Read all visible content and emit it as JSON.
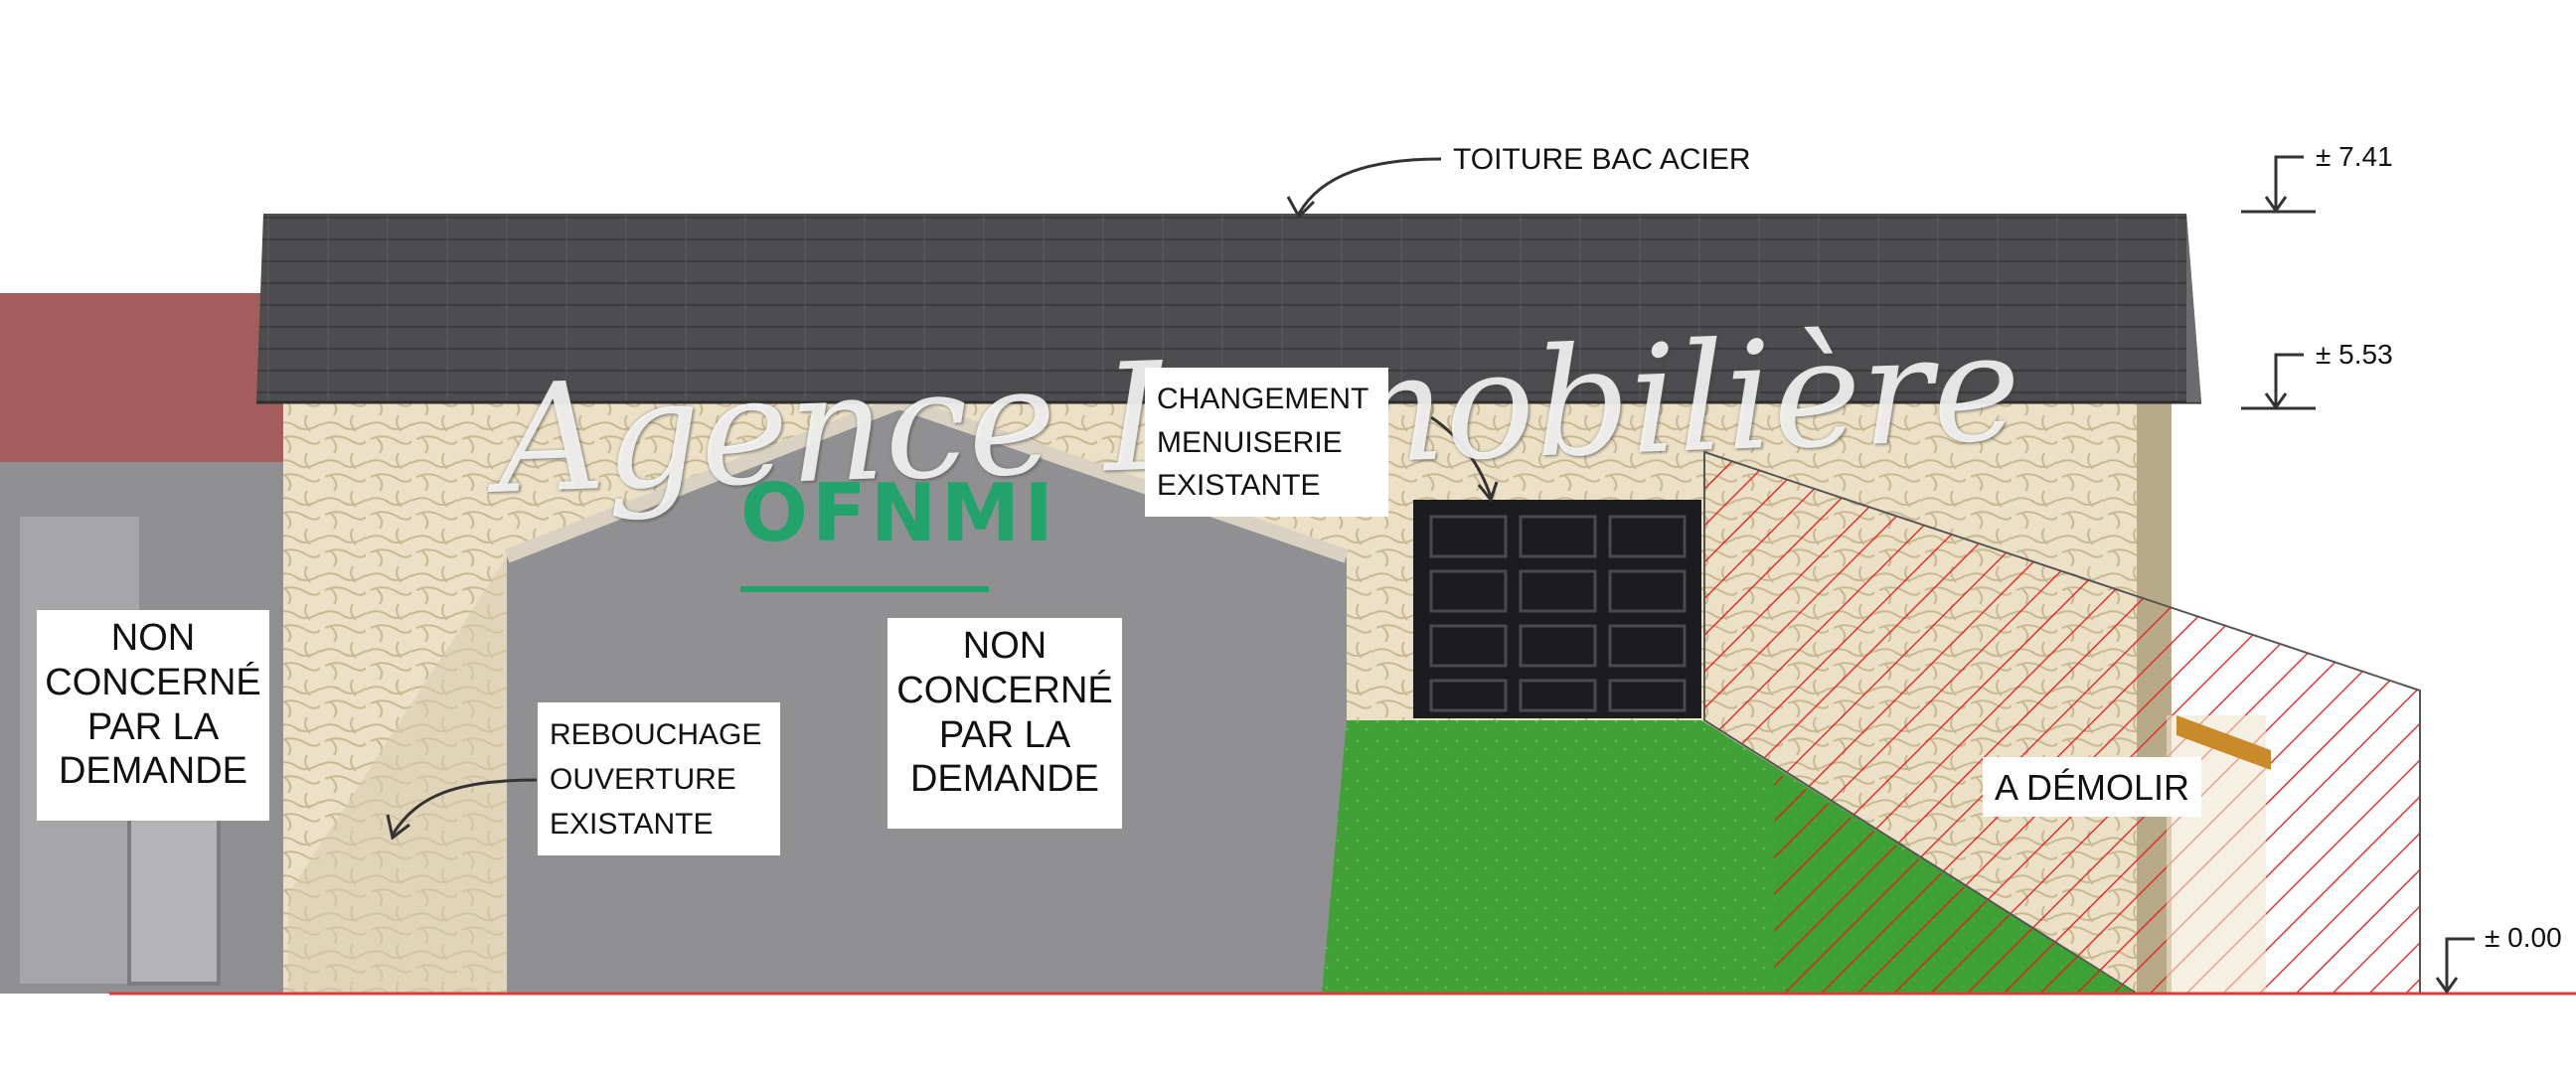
{
  "annotations": {
    "roof": "TOITURE BAC ACIER",
    "not_concerned_left": [
      "NON",
      "CONCERNÉ",
      "PAR LA",
      "DEMANDE"
    ],
    "not_concerned_center": [
      "NON",
      "CONCERNÉ",
      "PAR LA",
      "DEMANDE"
    ],
    "rebouchage": [
      "REBOUCHAGE",
      "OUVERTURE",
      "EXISTANTE"
    ],
    "changement": [
      "CHANGEMENT",
      "MENUISERIE",
      "EXISTANTE"
    ],
    "demolish": "A DÉMOLIR"
  },
  "levels": {
    "top": "± 7.41",
    "eave": "± 5.53",
    "ground": "± 0.00"
  },
  "watermark": {
    "script": "Agence Immobilière",
    "brand": "OFNMI"
  },
  "colors": {
    "roof": "#4a4a4c",
    "stone_wall": "#e8dcc0",
    "grey_building": "#8e8e90",
    "red_roof_left": "#a06060",
    "lawn": "#3fa136",
    "garage_door": "#1c1c1e",
    "demolish_hatch": "#e02020",
    "brand_green": "#22a36b",
    "ground_line": "#e03a3a"
  }
}
